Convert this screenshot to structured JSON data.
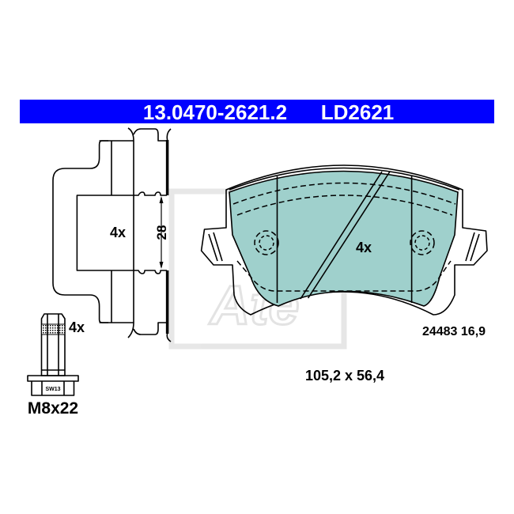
{
  "header": {
    "part_number": "13.0470-2621.2",
    "reference": "LD2621",
    "background_color": "#0000ff"
  },
  "side_view": {
    "quantity_label": "4x",
    "dimension_label": "28"
  },
  "bolt": {
    "quantity_label": "4x",
    "wrench_size": "SW13",
    "size_label": "M8x22"
  },
  "pad": {
    "quantity_label": "4x",
    "spec_label": "24483 16,9",
    "dimensions_label": "105,2 x 56,4",
    "friction_color": "#9fd0cc"
  },
  "watermark": {
    "logo_text": "Ate"
  }
}
